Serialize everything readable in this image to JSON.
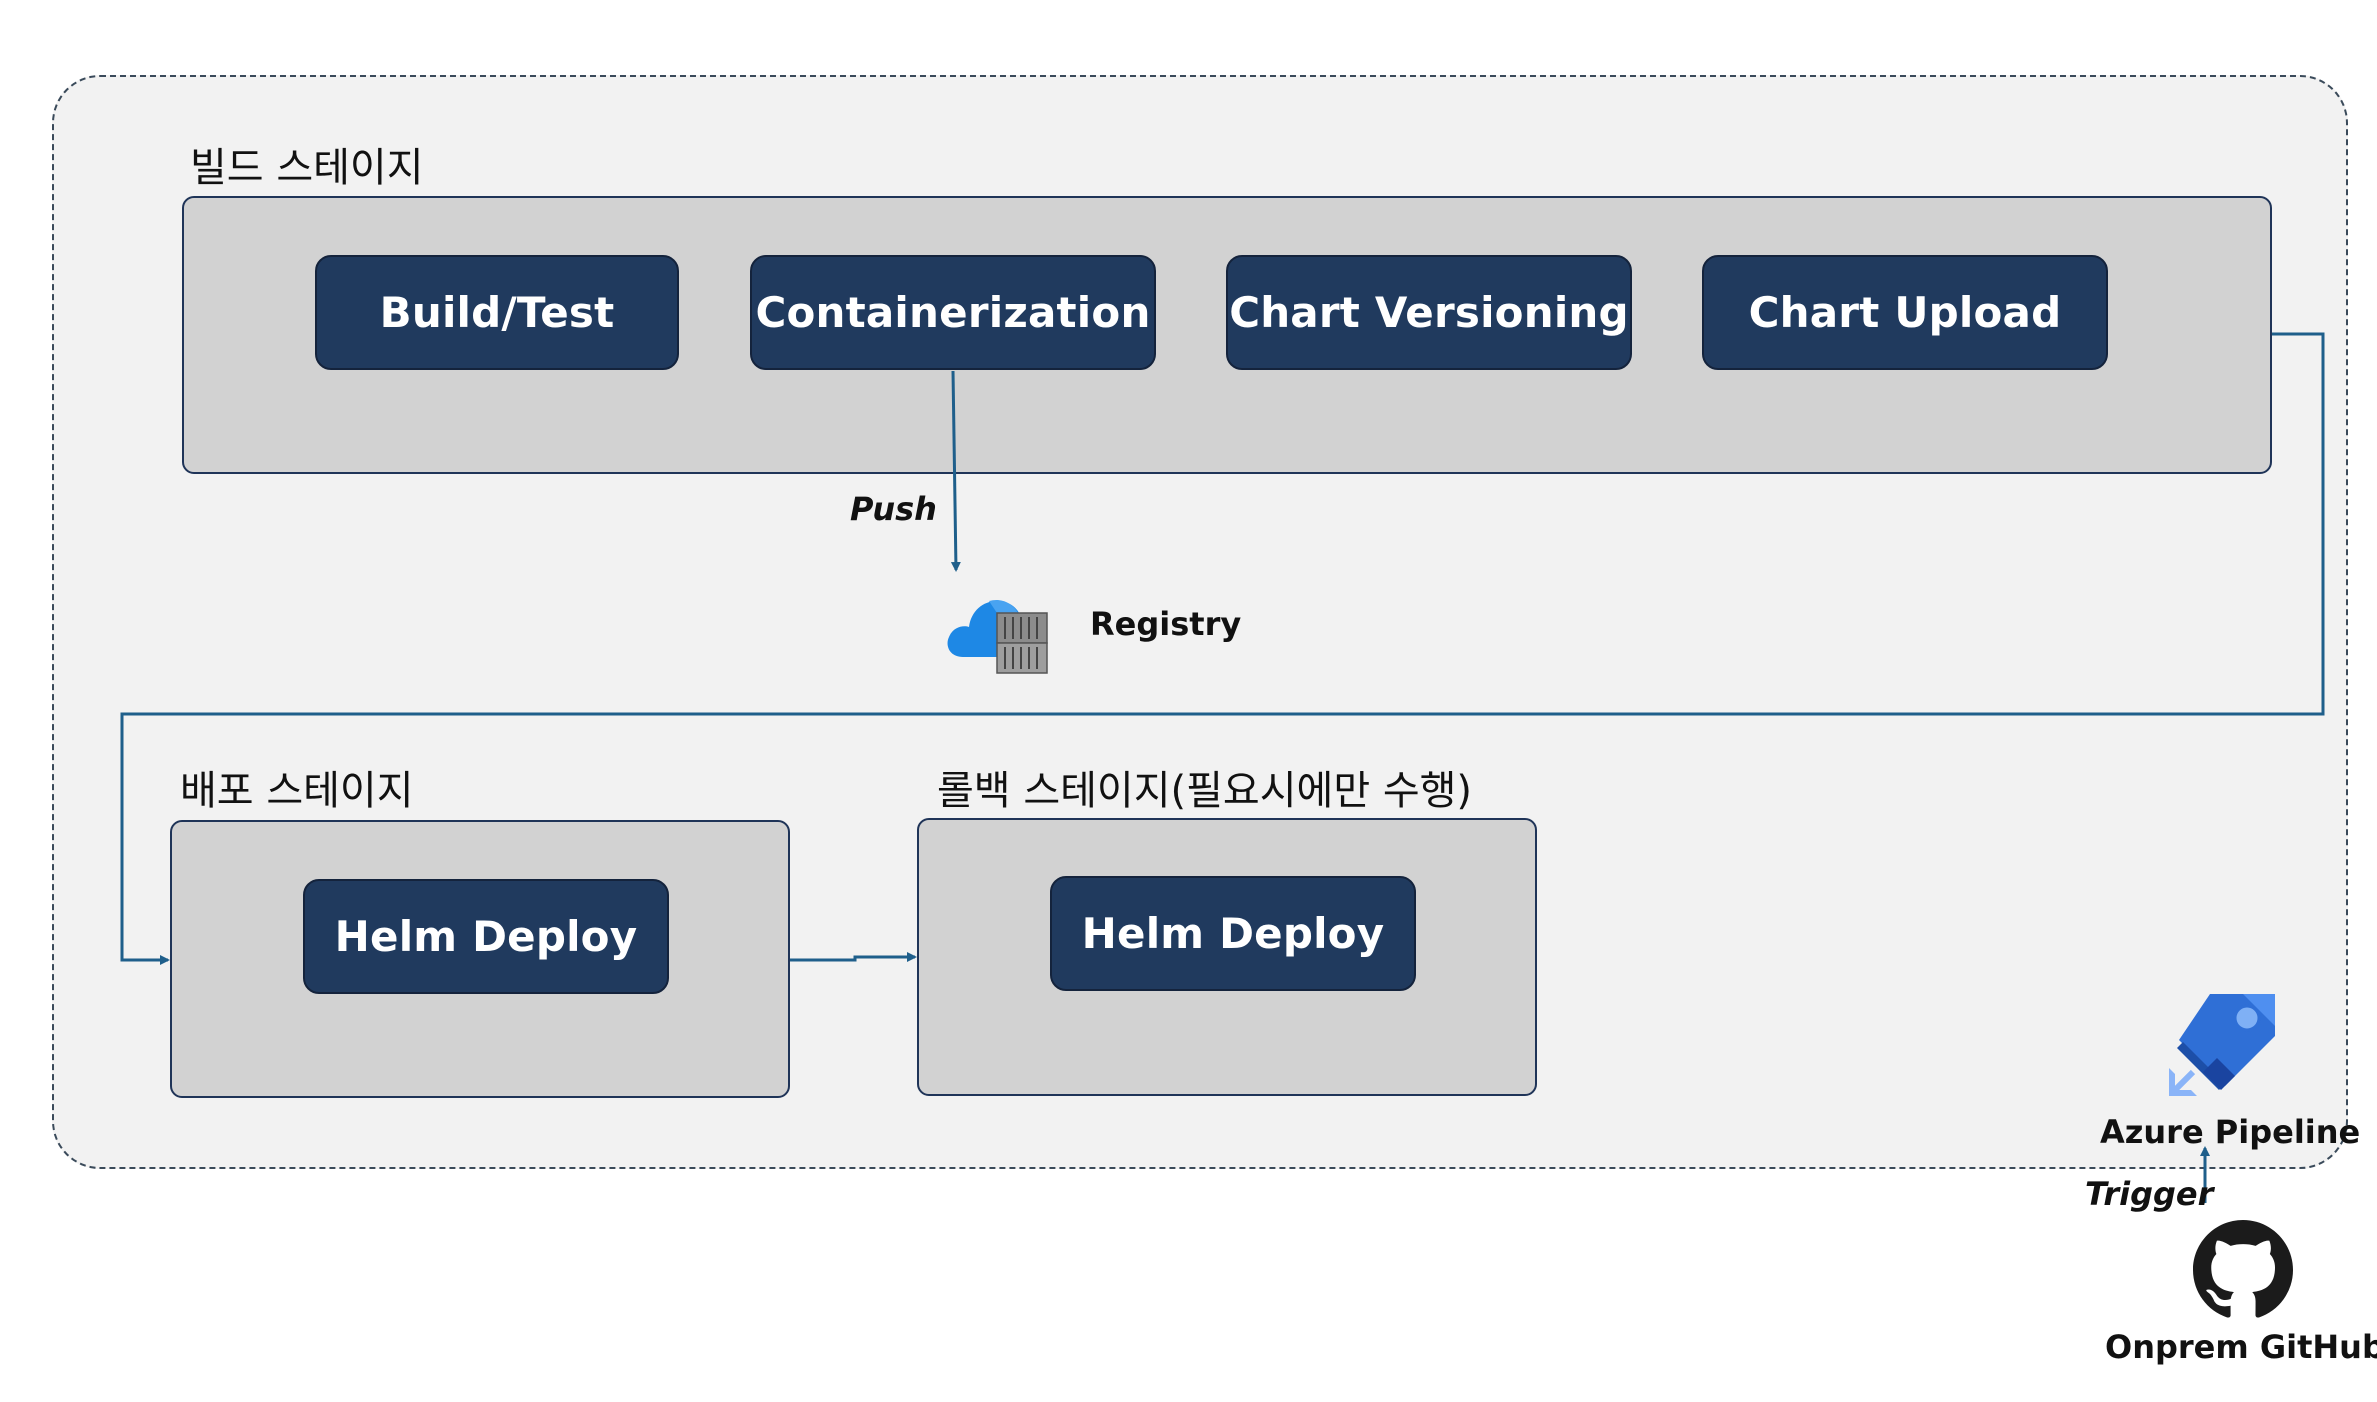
{
  "build_stage": {
    "label": "빌드 스테이지",
    "steps": [
      "Build/Test",
      "Containerization",
      "Chart Versioning",
      "Chart Upload"
    ]
  },
  "push_label": "Push",
  "registry_label": "Registry",
  "deploy_stage": {
    "label": "배포 스테이지",
    "step": "Helm Deploy"
  },
  "rollback_stage": {
    "label": "롤백 스테이지(필요시에만 수행)",
    "step": "Helm Deploy"
  },
  "azure_pipeline_label": "Azure Pipeline",
  "trigger_label": "Trigger",
  "github_label": "Onprem GitHub",
  "colors": {
    "accent_box": "#203a5e",
    "stage_bg": "#d2d2d2",
    "arrow": "#1f5f8b",
    "outer_bg": "#f2f2f2"
  },
  "icons": {
    "registry": "azure-container-registry-icon",
    "pipeline": "azure-pipelines-icon",
    "github": "github-icon"
  }
}
